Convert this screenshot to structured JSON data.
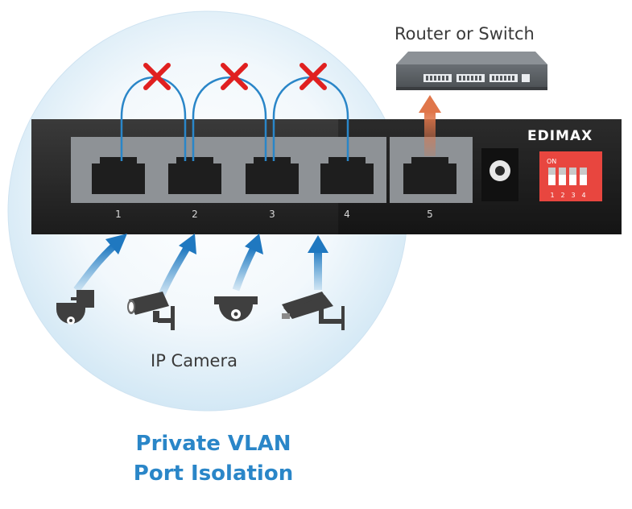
{
  "labels": {
    "router": "Router or Switch",
    "camera": "IP Camera",
    "title_line1": "Private VLAN",
    "title_line2": "Port Isolation",
    "brand": "EDIMAX"
  },
  "ports": [
    "1",
    "2",
    "3",
    "4",
    "5"
  ],
  "dip": {
    "on": "ON",
    "numbers": [
      "1",
      "2",
      "3",
      "4"
    ]
  },
  "colors": {
    "accent_blue": "#2a86c8",
    "block_red": "#e02020",
    "uplink_orange": "#e0764a",
    "switch_body": "#262626",
    "dip_red": "#e8463f"
  },
  "icons": [
    "ptz-camera-icon",
    "bullet-camera-icon",
    "dome-camera-icon",
    "box-camera-icon"
  ]
}
